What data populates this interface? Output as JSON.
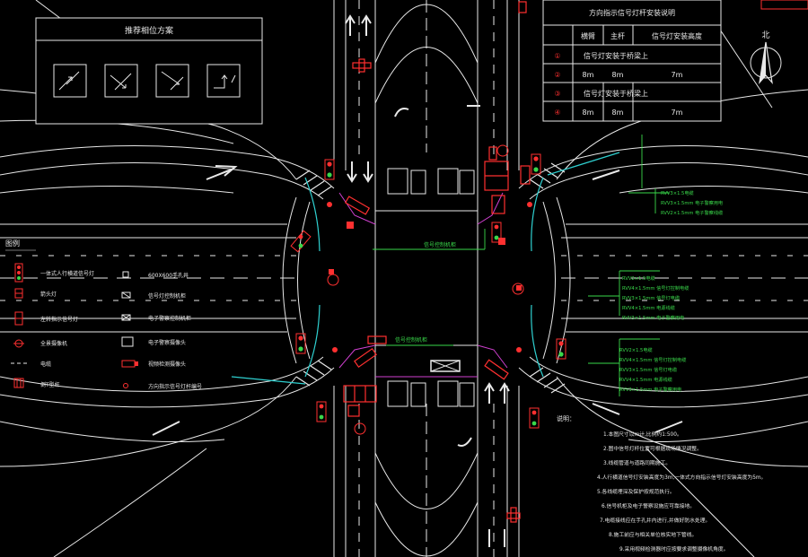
{
  "phase_scheme": {
    "title": "推荐相位方案",
    "phases": [
      "phase-1",
      "phase-2",
      "phase-3",
      "phase-4"
    ]
  },
  "install_table": {
    "title": "方向指示信号灯杆安装说明",
    "headers": [
      "",
      "横臂",
      "主杆",
      "信号灯安装高度"
    ],
    "rows": [
      {
        "no": "①",
        "a": "信号灯安装于桥梁上",
        "b": "",
        "c": ""
      },
      {
        "no": "②",
        "a": "8m",
        "b": "8m",
        "c": "7m"
      },
      {
        "no": "③",
        "a": "信号灯安装于桥梁上",
        "b": "",
        "c": ""
      },
      {
        "no": "④",
        "a": "8m",
        "b": "8m",
        "c": "7m"
      }
    ]
  },
  "north_label": "北",
  "legend": {
    "title": "图例",
    "left": [
      "一体式人行横道信号灯",
      "箭头灯",
      "左转指示信号灯",
      "全景摄像机",
      "电缆",
      "倒T型杆"
    ],
    "right": [
      "600X600手孔井",
      "信号灯控制机柜",
      "电子警察控制机柜",
      "电子警察摄像头",
      "视频检测摄像头",
      "方向指示信号灯杆编号"
    ]
  },
  "cable_groups": {
    "ne": [
      "RVV3×1.5电缆",
      "RVV3×1.5mm 电子警察用电",
      "RVV2×1.5mm 电子警察线缆"
    ],
    "e1": [
      "RVV2×1.5电缆",
      "RVV4×1.5mm 信号灯控制电缆",
      "RVV3×1.5mm 信号灯电缆",
      "RVV4×1.5mm 电源线缆",
      "RVV3×1.5mm 电子警察用电"
    ],
    "e2": [
      "RVV2×1.5电缆",
      "RVV4×1.5mm 信号灯控制电缆",
      "RVV3×1.5mm 信号灯电缆",
      "RVV4×1.5mm 电源线缆",
      "RVV3×1.5mm 电子警察用电"
    ]
  },
  "center_label": "信号控制机柜",
  "notes": {
    "title": "说明：",
    "items": [
      "1.本图尺寸以m计,比例约1:500。",
      "2.图中信号灯杆位置可根据现场情况调整。",
      "3.线缆管道与道路同期施工。",
      "4.人行横道信号灯安装高度为3m,一体式方向指示信号灯安装高度为5m。",
      "5.各线缆埋深及保护按规范执行。",
      "6.信号机柜及电子警察设施应可靠接地。",
      "7.电缆接线应在手孔井内进行,并做好防水处理。",
      "8.施工前应与相关单位核实地下管线。",
      "9.采用视频检测器时应按要求调整摄像机角度。"
    ]
  },
  "colors": {
    "line": "#e8e8e8",
    "accent_red": "#ff3030",
    "accent_green": "#39d84a",
    "cyan": "#2fd0d0",
    "magenta": "#d040d0"
  }
}
